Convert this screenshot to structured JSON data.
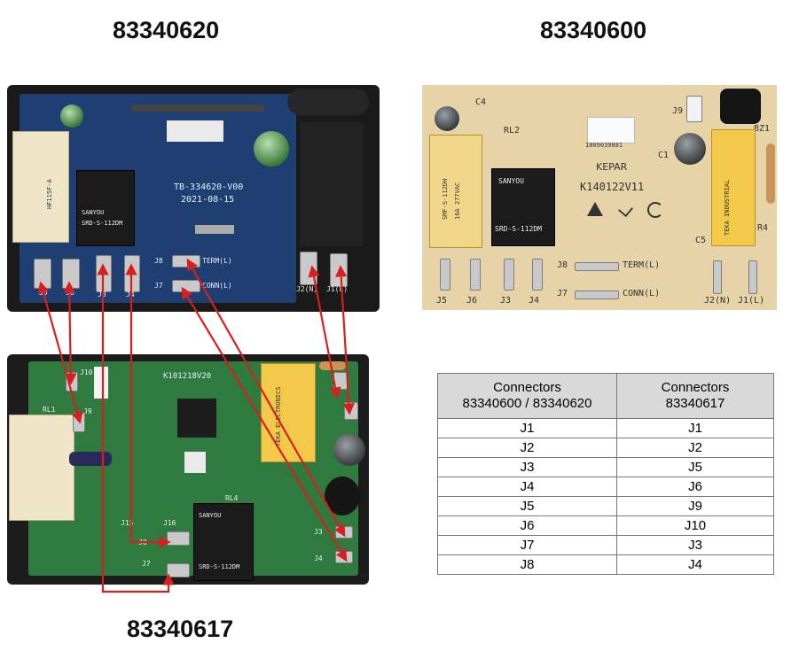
{
  "titles": {
    "board_a": "83340620",
    "board_b": "83340600",
    "board_c": "83340617"
  },
  "board_a": {
    "pcb_code": "TB-334620-V00",
    "pcb_date": "2021-08-15",
    "terminals": [
      "J5",
      "J6",
      "J3",
      "J4",
      "J2(N)",
      "J1(L)"
    ],
    "connectors": [
      "J8",
      "J7"
    ],
    "conn_labels": [
      "TERM(L)",
      "CONN(L)"
    ],
    "relay_label": "SRD-S-112DM",
    "relay_brand": "SANYOU",
    "small_relay": "HF115F-A"
  },
  "board_b": {
    "model": "K140122V11",
    "brand": "KEPAR",
    "barcode": "1809039881",
    "relay_label": "SRD-S-112DM",
    "relay_brand": "SANYOU",
    "relay2_label": "SMF-S-112DH",
    "relay2_rating": "16A 277VAC",
    "yellow_label": "TEKA INDUSTRIAL",
    "silk": {
      "c4": "C4",
      "rl2": "RL2",
      "j9": "J9",
      "bz1": "BZ1",
      "c1": "C1",
      "c5": "C5",
      "r4": "R4",
      "j8": "J8",
      "j7": "J7",
      "term": "TERM(L)",
      "conn": "CONN(L)",
      "j5": "J5",
      "j6": "J6",
      "j3": "J3",
      "j4": "J4",
      "j2": "J2(N)",
      "j1": "J1(L)"
    }
  },
  "board_c": {
    "model": "K101218V20",
    "relay_label": "SRD-S-112DM",
    "relay_brand": "SANYOU",
    "yellow_label": "TEKA ELECTRONICS",
    "silk": {
      "j10": "J10",
      "j9": "J9",
      "j15": "J15",
      "j16": "J16",
      "j3": "J3",
      "j4": "J4",
      "j8": "J8",
      "j7": "J7",
      "rl1": "RL1",
      "rl4": "RL4"
    }
  },
  "table": {
    "headers": [
      "Connectors\n83340600 / 83340620",
      "Connectors\n83340617"
    ],
    "header_a_line1": "Connectors",
    "header_a_line2": "83340600 / 83340620",
    "header_b_line1": "Connectors",
    "header_b_line2": "83340617",
    "rows": [
      [
        "J1",
        "J1"
      ],
      [
        "J2",
        "J2"
      ],
      [
        "J3",
        "J5"
      ],
      [
        "J4",
        "J6"
      ],
      [
        "J5",
        "J9"
      ],
      [
        "J6",
        "J10"
      ],
      [
        "J7",
        "J3"
      ],
      [
        "J8",
        "J4"
      ]
    ]
  },
  "colors": {
    "wire": "#d91e1e",
    "pcb_blue": "#1f3f73",
    "pcb_cream": "#e6d3a8",
    "pcb_green": "#2f7a3e"
  }
}
